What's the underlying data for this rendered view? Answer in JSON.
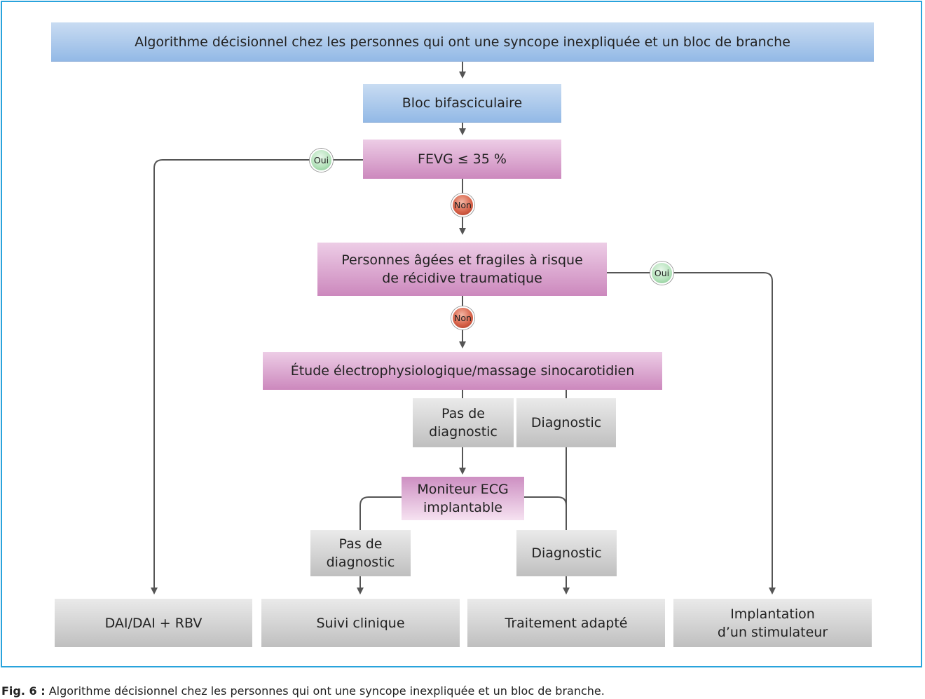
{
  "title": "Algorithme décisionnel chez les personnes qui ont une syncope inexpliquée et un bloc de branche",
  "nodes": {
    "bloc": "Bloc bifasciculaire",
    "fevg": "FEVG ≤ 35 %",
    "agees_line1": "Personnes âgées et fragiles à risque",
    "agees_line2": "de récidive traumatique",
    "etude": "Étude électrophysiologique/massage sinocarotidien",
    "pas_diag1_line1": "Pas de",
    "pas_diag1_line2": "diagnostic",
    "diag1": "Diagnostic",
    "moniteur_line1": "Moniteur ECG",
    "moniteur_line2": "implantable",
    "pas_diag2_line1": "Pas de",
    "pas_diag2_line2": "diagnostic",
    "diag2": "Diagnostic"
  },
  "outcomes": {
    "dai": "DAI/DAI + RBV",
    "suivi": "Suivi clinique",
    "traitement": "Traitement adapté",
    "implant_line1": "Implantation",
    "implant_line2": "d’un stimulateur"
  },
  "badges": {
    "oui_fevg": "Oui",
    "non_fevg": "Non",
    "oui_agees": "Oui",
    "non_agees": "Non"
  },
  "caption": {
    "label": "Fig. 6 :",
    "text": " Algorithme décisionnel chez les personnes qui ont une syncope inexpliquée et un bloc de branche."
  },
  "colors": {
    "frame": "#29a3dc",
    "blue_box": "#93b9e6",
    "pink_box": "#cc88bd",
    "grey_box": "#bfbfbf",
    "oui_badge": "#7cc48a",
    "non_badge": "#d8644b",
    "connector": "#555555"
  }
}
